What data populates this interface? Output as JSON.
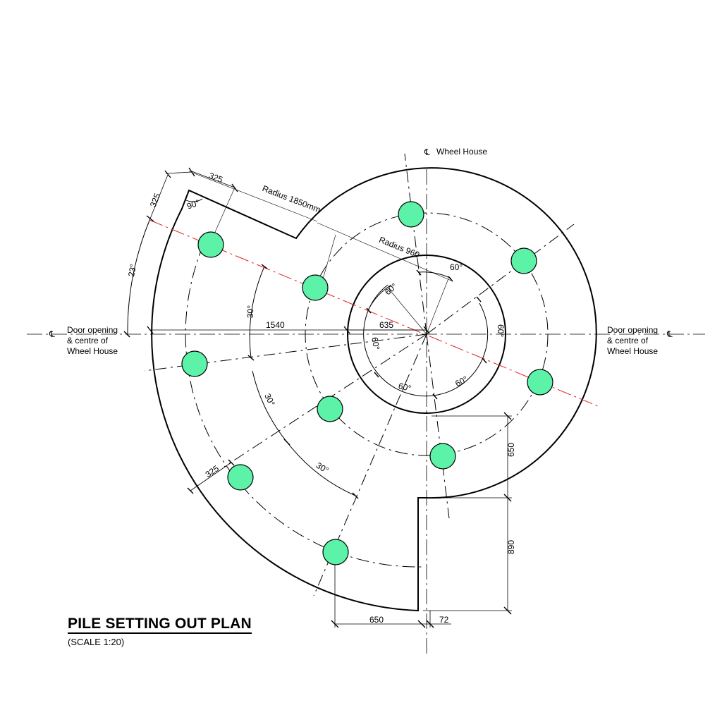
{
  "title": "PILE SETTING OUT PLAN",
  "scale": "(SCALE 1:20)",
  "centrelines": {
    "symbol": "℄",
    "top": "Wheel House",
    "left": [
      "Door opening",
      "& centre of",
      "Wheel House"
    ],
    "right": [
      "Door opening",
      "& centre of",
      "Wheel House"
    ]
  },
  "dimensions": {
    "radius_outer": "Radius 1850mm",
    "radius_inner": "Radius 960",
    "d325_top": "325",
    "d325_left": "325",
    "d325_bottom": "325",
    "d1540": "1540",
    "d635": "635",
    "d650_bottom": "650",
    "d72": "72",
    "d650_right": "650",
    "d890": "890"
  },
  "angles": {
    "a90": "90°",
    "a23": "23°",
    "a30_1": "30°",
    "a30_2": "30°",
    "a30_3": "30°",
    "a60_top": "60°",
    "a60_upperleft": "60°",
    "a60_right": "60°",
    "a60_left": "60°",
    "a60_bottom": "60°",
    "a60_lowerright": "60°"
  },
  "colors": {
    "pile_fill": "#5cf2a8",
    "line": "#000000",
    "axis": "#e02020"
  }
}
